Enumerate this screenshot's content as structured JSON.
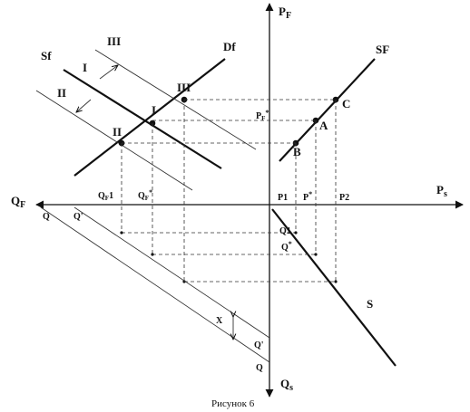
{
  "axes": {
    "pf": "P",
    "pf_sub": "F",
    "ps": "P",
    "ps_sub": "s",
    "qf": "Q",
    "qf_sub": "F",
    "qs": "Q",
    "qs_sub": "s"
  },
  "curves": {
    "sf_left": "Sf",
    "df": "Df",
    "sf_right": "SF",
    "s": "S",
    "roman_1": "I",
    "roman_2": "II",
    "roman_3": "III"
  },
  "points": {
    "i": "I",
    "ii": "II",
    "iii": "III",
    "a": "A",
    "b": "B",
    "c": "C",
    "pf_star": "P",
    "pf_star_sub": "F",
    "pf_star_mark": "*"
  },
  "ticks": {
    "p1": "P1",
    "p_star": "P",
    "p_star_mark": "*",
    "p2": "P2",
    "qf1": "Q",
    "qf1_sub": "F",
    "qf1_suffix": "1",
    "qf_star": "Q",
    "qf_star_sub": "F",
    "qf_star_mark": "*",
    "q1": "Q1",
    "q_star": "Q",
    "q_star_mark": "*",
    "q_left": "Q",
    "q_prime_left": "Q'",
    "q_bottom": "Q",
    "q_prime_bottom": "Q'",
    "x": "X"
  },
  "caption": "Рисунок 6"
}
